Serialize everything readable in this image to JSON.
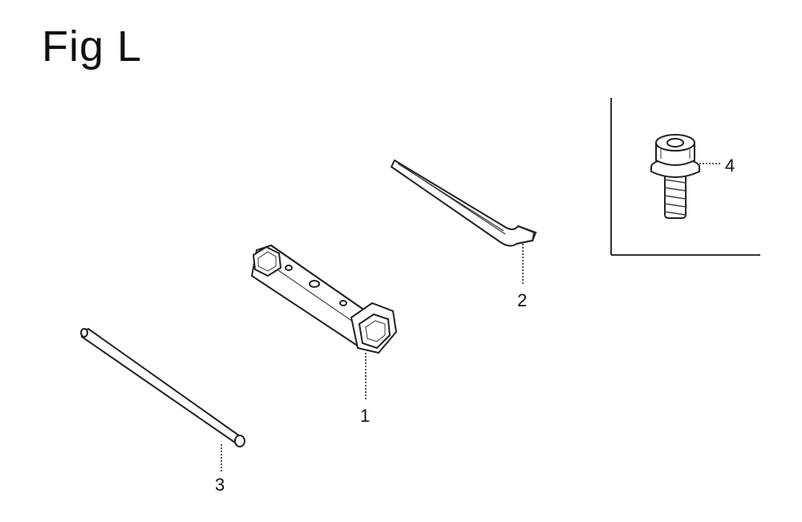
{
  "figure": {
    "title": "Fig L"
  },
  "callouts": [
    {
      "id": "1",
      "label": "1"
    },
    {
      "id": "2",
      "label": "2"
    },
    {
      "id": "3",
      "label": "3"
    },
    {
      "id": "4",
      "label": "4"
    }
  ],
  "colors": {
    "line": "#222222",
    "background": "#ffffff"
  }
}
